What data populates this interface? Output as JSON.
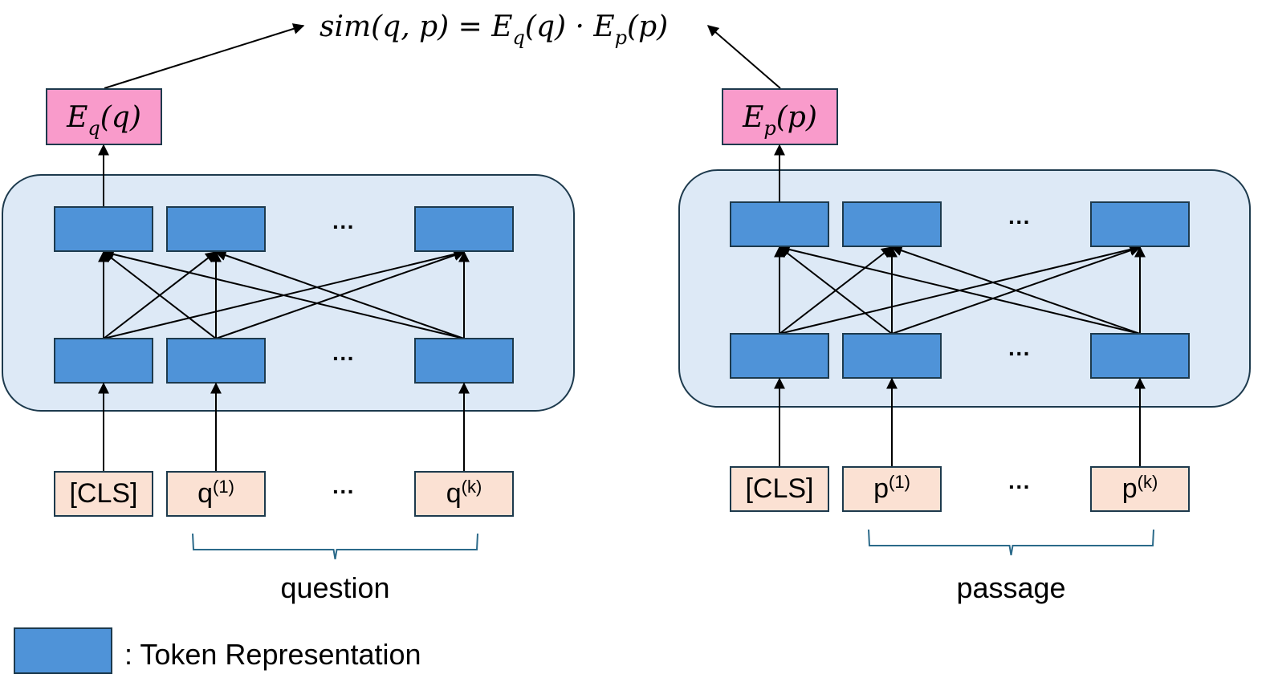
{
  "formula": {
    "text": "sim(q,p) = Eq(q) · Ep(p)",
    "parts": [
      "sim(q, p) = E",
      "q",
      "(q) · E",
      "p",
      "(p)"
    ]
  },
  "encoders": [
    {
      "id": "question",
      "output_label": {
        "main": "E",
        "sub": "q",
        "arg": "(q)"
      },
      "input_tokens": [
        {
          "base": "[CLS]",
          "sup": ""
        },
        {
          "base": "q",
          "sup": "(1)"
        },
        {
          "base": "q",
          "sup": "(k)"
        }
      ],
      "ellipsis": "···",
      "group_label": "question"
    },
    {
      "id": "passage",
      "output_label": {
        "main": "E",
        "sub": "p",
        "arg": "(p)"
      },
      "input_tokens": [
        {
          "base": "[CLS]",
          "sup": ""
        },
        {
          "base": "p",
          "sup": "(1)"
        },
        {
          "base": "p",
          "sup": "(k)"
        }
      ],
      "ellipsis": "···",
      "group_label": "passage"
    }
  ],
  "legend": {
    "label": ": Token Representation"
  },
  "colors": {
    "token_rep_fill": "#4f93d8",
    "encoder_bg": "#dde9f6",
    "output_fill": "#f99bcb",
    "input_fill": "#fbe1d3",
    "border": "#1d3a4d",
    "brace": "#2b6a8a"
  }
}
